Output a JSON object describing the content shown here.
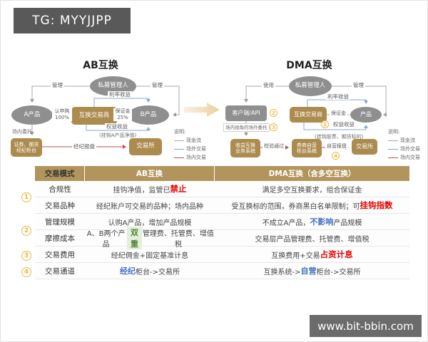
{
  "badges": {
    "tg": "TG: MYYJJPP",
    "site": "www.bit-bbin.com"
  },
  "left": {
    "title": "AB互换",
    "manager": "私募管理人",
    "product_a": "A产品",
    "dealer": "互换交易商",
    "product_b": "B产品",
    "broker_l1": "证券、期货",
    "broker_l2": "经纪柜台",
    "exchange": "交易所",
    "manage_left": "管理",
    "manage_right": "管理",
    "subscribe_l1": "认申购",
    "subscribe_l2": "100%",
    "margin_l1": "保证金",
    "margin_l2": "25%",
    "rate_income": "利率收益",
    "equity_income": "权益收益",
    "equity_note": "(挂钩A产品净值)",
    "onsite_order": "场内委托",
    "broker_quote": "经纪报盘"
  },
  "right": {
    "title": "DMA互换",
    "manager": "私募管理人",
    "client": "客户端/API",
    "dealer": "互换交易商",
    "product": "产品",
    "swap_sys_l1": "收益互换",
    "swap_sys_l2": "业务系统",
    "counter_l1": "券商自营",
    "counter_l2": "柜台系统",
    "exchange": "交易所",
    "use_label": "使用",
    "manage_label": "管理",
    "rate_income": "利率收益",
    "margin": "保证金",
    "equity_income": "权益收益",
    "equity_note": "(挂钩股票、期货标的)",
    "offsite_order": "场内视角的场外委托",
    "verify": "校验通过",
    "self_quote": "自营报盘",
    "n1": "1",
    "n2": "2",
    "n3": "3",
    "n4": "4"
  },
  "legend": {
    "title": "说明:",
    "items": [
      {
        "label": "现金流",
        "color": "#a8a8a8"
      },
      {
        "label": "场外交易",
        "color": "#8aa8c8"
      },
      {
        "label": "场内交易",
        "color": "#c0504d"
      }
    ]
  },
  "table": {
    "headers": [
      "交易模式",
      "AB互换",
      "DMA互换（含多空互换）"
    ],
    "marks": [
      "1",
      "2",
      "3",
      "4"
    ],
    "rows": [
      {
        "label": "合规性",
        "ab": [
          {
            "t": "挂钩净值，监管已"
          },
          {
            "t": "禁止",
            "c": "red"
          }
        ],
        "dma": [
          {
            "t": "满足多空互换要求，组合保证金"
          }
        ]
      },
      {
        "label": "交易品种",
        "ab": [
          {
            "t": "经纪账户可交易的品种；场内品种"
          }
        ],
        "dma": [
          {
            "t": "受互换标的范围，券商黑白名单限制；可"
          },
          {
            "t": "挂钩指数",
            "c": "red"
          }
        ]
      },
      {
        "label": "管理规模",
        "ab": [
          {
            "t": "认购A产品，增加产品规模"
          }
        ],
        "dma": [
          {
            "t": "不成立A产品，"
          },
          {
            "t": "不影响",
            "c": "blue"
          },
          {
            "t": "产品规模"
          }
        ]
      },
      {
        "label": "摩擦成本",
        "ab": [
          {
            "t": "A、B两个产品"
          },
          {
            "t": "双重",
            "c": "green"
          },
          {
            "t": "管理费、托管费、增值税"
          }
        ],
        "dma": [
          {
            "t": "交易层产品管理费、托管费、增值税"
          }
        ]
      },
      {
        "label": "交易费用",
        "ab": [
          {
            "t": "经纪佣金+固定基准计息"
          }
        ],
        "dma": [
          {
            "t": "互换费用+交易"
          },
          {
            "t": "占资计息",
            "c": "red"
          }
        ]
      },
      {
        "label": "交易通道",
        "ab": [
          {
            "t": "经纪",
            "c": "blue"
          },
          {
            "t": "柜台->交易所"
          }
        ],
        "dma": [
          {
            "t": "互换系统->"
          },
          {
            "t": "自营",
            "c": "blue"
          },
          {
            "t": "柜台->交易所"
          }
        ]
      }
    ]
  },
  "colors": {
    "gold": "#ac8b4e",
    "gray_node": "#8f8f8f",
    "header_bg": "#b2955c",
    "accent": "#edb73e"
  }
}
